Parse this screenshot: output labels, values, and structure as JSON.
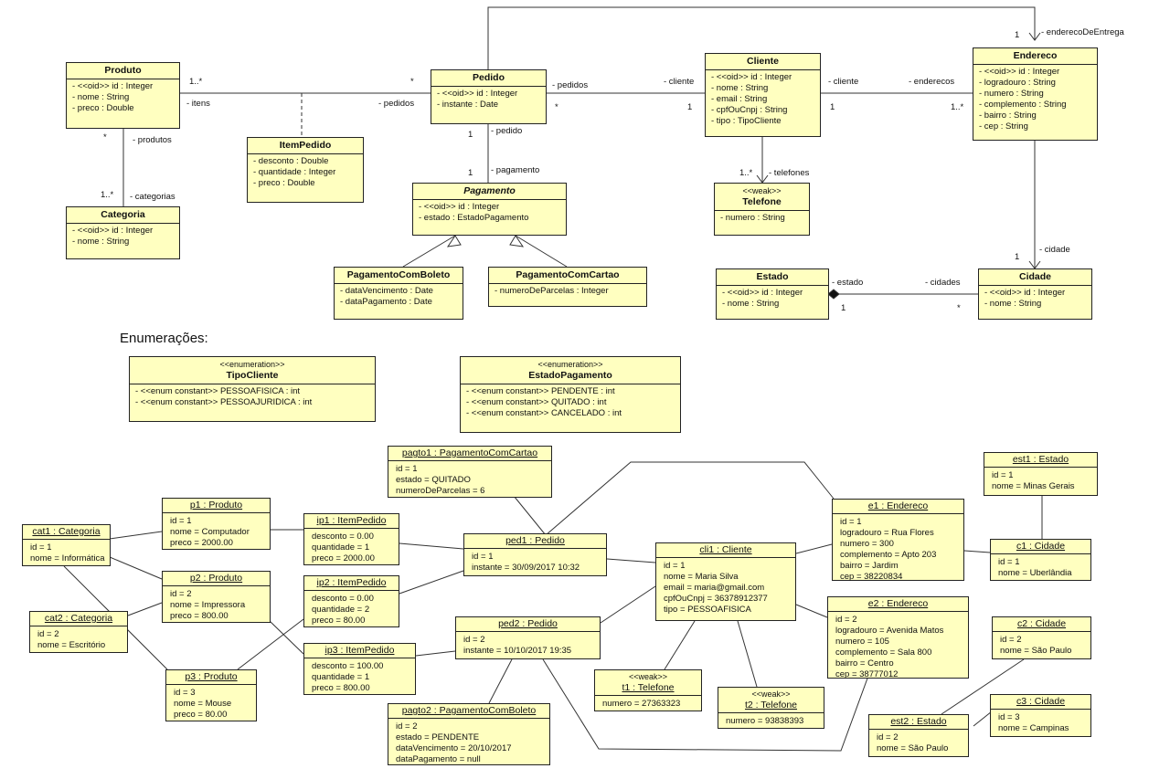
{
  "title": "Enumerações:",
  "classes": {
    "produto": {
      "name": "Produto",
      "attrs": [
        "- <<oid>> id : Integer",
        "- nome : String",
        "- preco : Double"
      ]
    },
    "categoria": {
      "name": "Categoria",
      "attrs": [
        "- <<oid>> id : Integer",
        "- nome : String"
      ]
    },
    "itempedido": {
      "name": "ItemPedido",
      "attrs": [
        "- desconto : Double",
        "- quantidade : Integer",
        "- preco : Double"
      ]
    },
    "pedido": {
      "name": "Pedido",
      "attrs": [
        "- <<oid>> id : Integer",
        "- instante : Date"
      ]
    },
    "pagamento": {
      "name": "Pagamento",
      "attrs": [
        "- <<oid>> id : Integer",
        "- estado : EstadoPagamento"
      ]
    },
    "pagboleto": {
      "name": "PagamentoComBoleto",
      "attrs": [
        "- dataVencimento : Date",
        "- dataPagamento : Date"
      ]
    },
    "pagcartao": {
      "name": "PagamentoComCartao",
      "attrs": [
        "- numeroDeParcelas : Integer"
      ]
    },
    "cliente": {
      "name": "Cliente",
      "attrs": [
        "- <<oid>> id : Integer",
        "- nome : String",
        "- email : String",
        "- cpfOuCnpj : String",
        "- tipo : TipoCliente"
      ]
    },
    "telefone": {
      "stereo": "<<weak>>",
      "name": "Telefone",
      "attrs": [
        "- numero : String"
      ]
    },
    "endereco": {
      "name": "Endereco",
      "attrs": [
        "- <<oid>> id : Integer",
        "- logradouro : String",
        "- numero : String",
        "- complemento : String",
        "- bairro : String",
        "- cep : String"
      ]
    },
    "estado": {
      "name": "Estado",
      "attrs": [
        "- <<oid>> id : Integer",
        "- nome : String"
      ]
    },
    "cidade": {
      "name": "Cidade",
      "attrs": [
        "- <<oid>> id : Integer",
        "- nome : String"
      ]
    },
    "tipocliente": {
      "stereo": "<<enumeration>>",
      "name": "TipoCliente",
      "attrs": [
        "- <<enum constant>> PESSOAFISICA : int",
        "- <<enum constant>> PESSOAJURIDICA : int"
      ]
    },
    "estadopagamento": {
      "stereo": "<<enumeration>>",
      "name": "EstadoPagamento",
      "attrs": [
        "- <<enum constant>> PENDENTE : int",
        "- <<enum constant>> QUITADO : int",
        "- <<enum constant>> CANCELADO : int"
      ]
    }
  },
  "labels": {
    "l_1star_prod": "1..*",
    "l_star_ped": "*",
    "l_itens": "- itens",
    "l_pedidos1": "- pedidos",
    "l_star_prod": "*",
    "l_produtos": "- produtos",
    "l_1star_cat": "1..*",
    "l_categorias": "- categorias",
    "l_pedidos2": "- pedidos",
    "l_cliente1": "- cliente",
    "l_star_ped2": "*",
    "l_1_cli": "1",
    "l_1_ped": "1",
    "l_pedido": "- pedido",
    "l_1_pag": "1",
    "l_pagamento": "- pagamento",
    "l_cliente2": "- cliente",
    "l_enderecos": "- enderecos",
    "l_1_cli2": "1",
    "l_1star_end": "1..*",
    "l_1_endent": "1",
    "l_enderecoDeEntrega": "- enderecoDeEntrega",
    "l_1star_tel": "1..*",
    "l_telefones": "- telefones",
    "l_1_cid": "1",
    "l_cidade": "- cidade",
    "l_estado": "- estado",
    "l_cidades": "- cidades",
    "l_1_est": "1",
    "l_star_cid": "*"
  },
  "objects": {
    "cat1": {
      "name": "cat1 : Categoria",
      "attrs": [
        "id = 1",
        "nome = Informática"
      ]
    },
    "cat2": {
      "name": "cat2 : Categoria",
      "attrs": [
        "id = 2",
        "nome = Escritório"
      ]
    },
    "p1": {
      "name": "p1 : Produto",
      "attrs": [
        "id = 1",
        "nome = Computador",
        "preco = 2000.00"
      ]
    },
    "p2": {
      "name": "p2 : Produto",
      "attrs": [
        "id = 2",
        "nome = Impressora",
        "preco = 800.00"
      ]
    },
    "p3": {
      "name": "p3 : Produto",
      "attrs": [
        "id = 3",
        "nome = Mouse",
        "preco = 80.00"
      ]
    },
    "ip1": {
      "name": "ip1 : ItemPedido",
      "attrs": [
        "desconto = 0.00",
        "quantidade = 1",
        "preco = 2000.00"
      ]
    },
    "ip2": {
      "name": "ip2 : ItemPedido",
      "attrs": [
        "desconto = 0.00",
        "quantidade = 2",
        "preco = 80.00"
      ]
    },
    "ip3": {
      "name": "ip3 : ItemPedido",
      "attrs": [
        "desconto = 100.00",
        "quantidade = 1",
        "preco = 800.00"
      ]
    },
    "pagto1": {
      "name": "pagto1 : PagamentoComCartao",
      "attrs": [
        "id = 1",
        "estado = QUITADO",
        "numeroDeParcelas = 6"
      ]
    },
    "ped1": {
      "name": "ped1 : Pedido",
      "attrs": [
        "id = 1",
        "instante = 30/09/2017 10:32"
      ]
    },
    "ped2": {
      "name": "ped2 : Pedido",
      "attrs": [
        "id = 2",
        "instante = 10/10/2017 19:35"
      ]
    },
    "pagto2": {
      "name": "pagto2 : PagamentoComBoleto",
      "attrs": [
        "id = 2",
        "estado = PENDENTE",
        "dataVencimento = 20/10/2017",
        "dataPagamento = null"
      ]
    },
    "cli1": {
      "name": "cli1 : Cliente",
      "attrs": [
        "id = 1",
        "nome = Maria Silva",
        "email = maria@gmail.com",
        "cpfOuCnpj = 36378912377",
        "tipo = PESSOAFISICA"
      ]
    },
    "t1": {
      "stereo": "<<weak>>",
      "name": "t1 : Telefone",
      "attrs": [
        "numero = 27363323"
      ]
    },
    "t2": {
      "stereo": "<<weak>>",
      "name": "t2 : Telefone",
      "attrs": [
        "numero = 93838393"
      ]
    },
    "e1": {
      "name": "e1 : Endereco",
      "attrs": [
        "id = 1",
        "logradouro = Rua Flores",
        "numero = 300",
        "complemento = Apto 203",
        "bairro = Jardim",
        "cep = 38220834"
      ]
    },
    "e2": {
      "name": "e2 : Endereco",
      "attrs": [
        "id = 2",
        "logradouro = Avenida Matos",
        "numero = 105",
        "complemento = Sala 800",
        "bairro = Centro",
        "cep = 38777012"
      ]
    },
    "est1": {
      "name": "est1 : Estado",
      "attrs": [
        "id = 1",
        "nome = Minas Gerais"
      ]
    },
    "c1": {
      "name": "c1 : Cidade",
      "attrs": [
        "id = 1",
        "nome = Uberlândia"
      ]
    },
    "c2": {
      "name": "c2 : Cidade",
      "attrs": [
        "id = 2",
        "nome = São Paulo"
      ]
    },
    "est2": {
      "name": "est2 : Estado",
      "attrs": [
        "id = 2",
        "nome = São Paulo"
      ]
    },
    "c3": {
      "name": "c3 : Cidade",
      "attrs": [
        "id = 3",
        "nome = Campinas"
      ]
    }
  }
}
